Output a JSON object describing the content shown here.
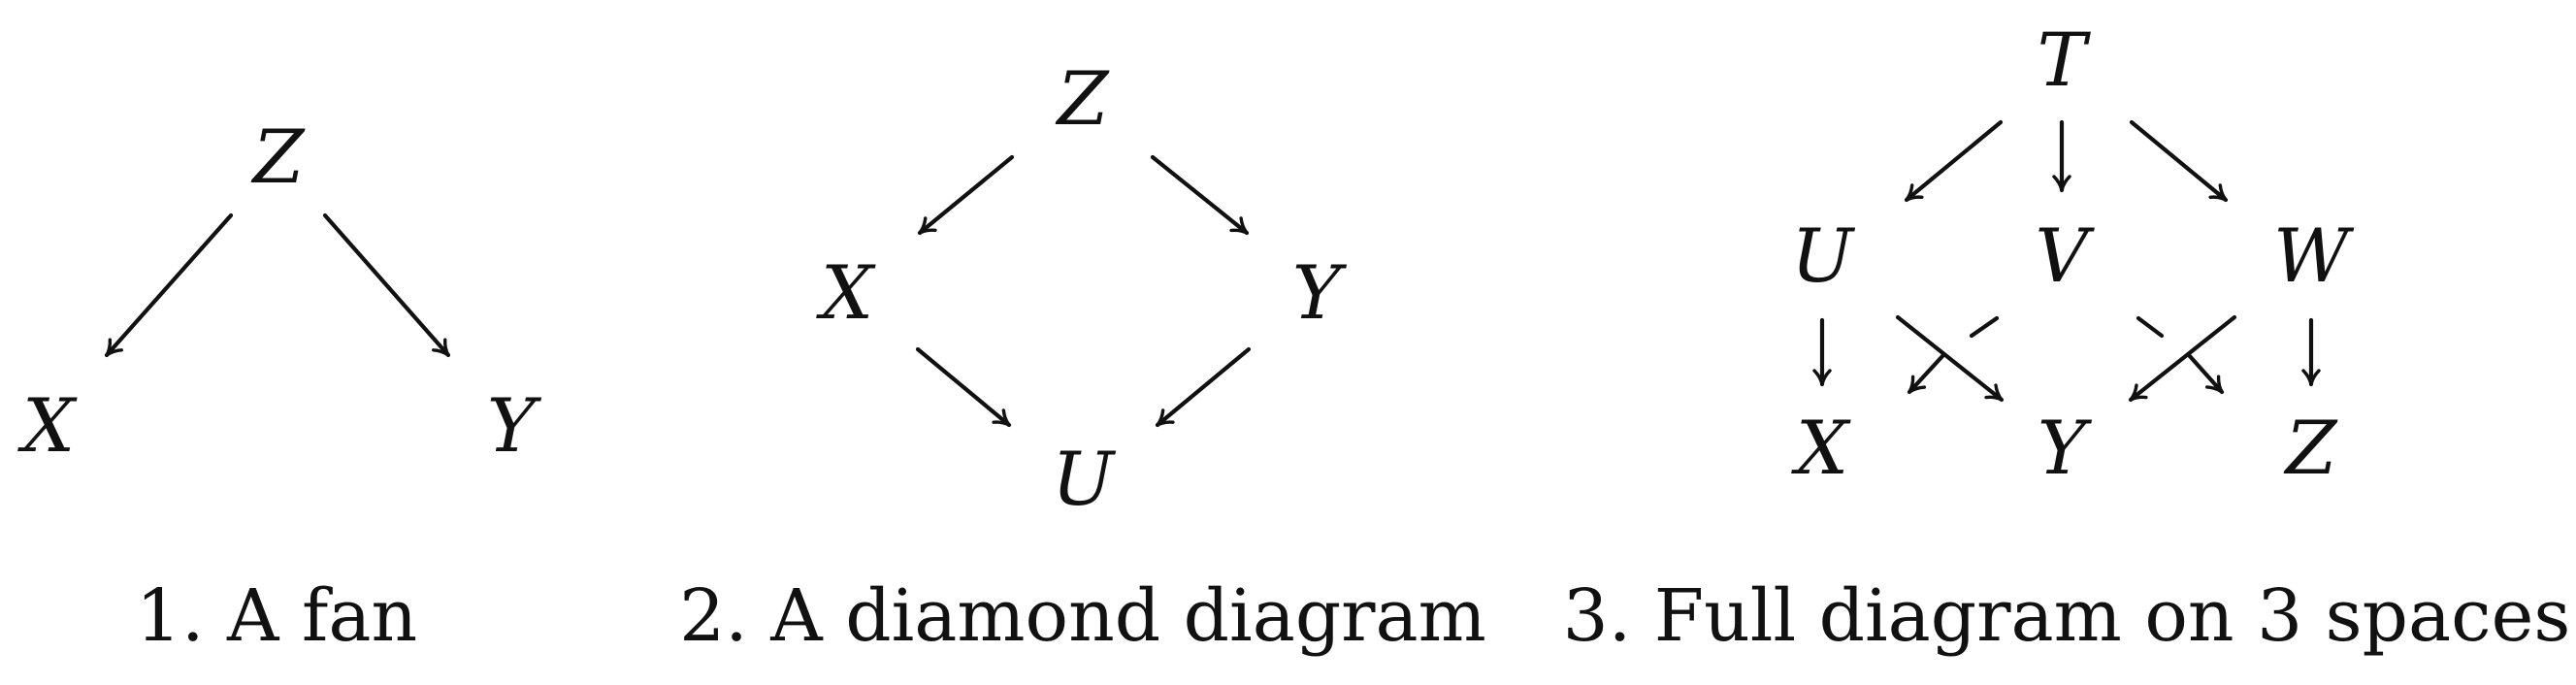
{
  "diagrams": [
    {
      "id": "fan",
      "caption": "1. A fan",
      "nodes": [
        {
          "key": "Z",
          "label": "Z"
        },
        {
          "key": "X",
          "label": "X"
        },
        {
          "key": "Y",
          "label": "Y"
        }
      ],
      "edges": [
        {
          "from": "Z",
          "to": "X"
        },
        {
          "from": "Z",
          "to": "Y"
        }
      ]
    },
    {
      "id": "diamond",
      "caption": "2. A diamond diagram",
      "nodes": [
        {
          "key": "Z",
          "label": "Z"
        },
        {
          "key": "X",
          "label": "X"
        },
        {
          "key": "Y",
          "label": "Y"
        },
        {
          "key": "U",
          "label": "U"
        }
      ],
      "edges": [
        {
          "from": "Z",
          "to": "X"
        },
        {
          "from": "Z",
          "to": "Y"
        },
        {
          "from": "X",
          "to": "U"
        },
        {
          "from": "Y",
          "to": "U"
        }
      ]
    },
    {
      "id": "full",
      "caption": "3. Full diagram on 3 spaces",
      "nodes": [
        {
          "key": "T",
          "label": "T"
        },
        {
          "key": "U",
          "label": "U"
        },
        {
          "key": "V",
          "label": "V"
        },
        {
          "key": "W",
          "label": "W"
        },
        {
          "key": "X",
          "label": "X"
        },
        {
          "key": "Y",
          "label": "Y"
        },
        {
          "key": "Z",
          "label": "Z"
        }
      ],
      "edges": [
        {
          "from": "T",
          "to": "U"
        },
        {
          "from": "T",
          "to": "V"
        },
        {
          "from": "T",
          "to": "W"
        },
        {
          "from": "U",
          "to": "X"
        },
        {
          "from": "U",
          "to": "Y"
        },
        {
          "from": "V",
          "to": "X"
        },
        {
          "from": "V",
          "to": "Z"
        },
        {
          "from": "W",
          "to": "Y"
        },
        {
          "from": "W",
          "to": "Z"
        }
      ]
    }
  ]
}
